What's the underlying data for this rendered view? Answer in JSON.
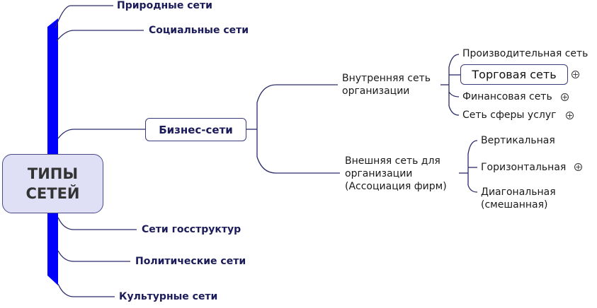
{
  "root": {
    "line1": "ТИПЫ",
    "line2": "СЕТЕЙ"
  },
  "branches": {
    "natural": "Природные сети",
    "social": "Социальные сети",
    "business": "Бизнес-сети",
    "government": "Сети госструктур",
    "political": "Политические сети",
    "cultural": "Культурные сети"
  },
  "business": {
    "internal": {
      "line1": "Внутренняя сеть",
      "line2": "организации",
      "children": {
        "production": "Производительная сеть",
        "trade": "Торговая сеть",
        "finance": "Финансовая сеть",
        "services": "Сеть сферы услуг"
      }
    },
    "external": {
      "line1": "Внешняя сеть для",
      "line2": "организации",
      "line3": "(Ассоциация фирм)",
      "children": {
        "vertical": "Вертикальная",
        "horizontal": "Горизонтальная",
        "diagonal_line1": "Диагональная",
        "diagonal_line2": "(смешанная)"
      }
    }
  },
  "colors": {
    "spine": "#0000ff",
    "line": "#2a2a6a",
    "root_fill": "#dfe0f6"
  },
  "expand_glyph": "+"
}
